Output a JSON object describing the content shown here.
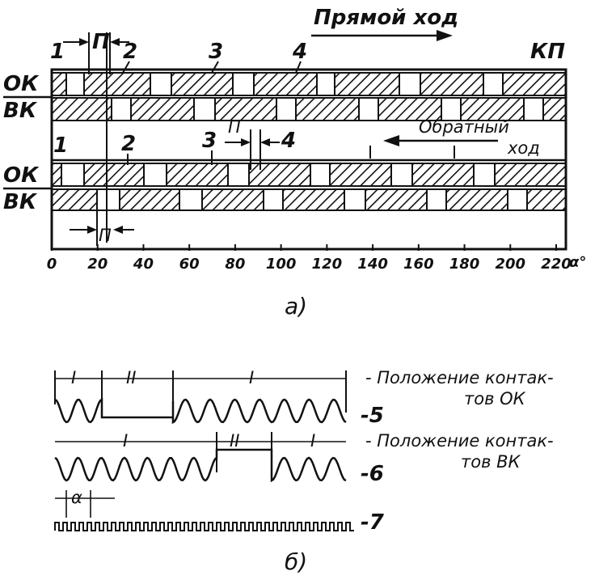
{
  "panel_a": {
    "forward_label": "Прямой ход",
    "reverse_label_1": "Обратный",
    "reverse_label_2": "ход",
    "kp_label": "КП",
    "ok_label": "ОК",
    "vk_label": "ВК",
    "gap_label": "П",
    "marker_labels": [
      "1",
      "2",
      "3",
      "4"
    ],
    "axis_ticks": [
      "0",
      "20",
      "40",
      "60",
      "80",
      "100",
      "120",
      "140",
      "160",
      "180",
      "200",
      "220"
    ],
    "axis_unit": "α°",
    "caption": "а)"
  },
  "panel_b": {
    "ok_phase_labels": [
      "I",
      "II",
      "I"
    ],
    "vk_phase_labels": [
      "I",
      "II",
      "I"
    ],
    "ok_position_label_1": "- Положение контак-",
    "ok_position_label_2": "тов ОК",
    "vk_position_label_1": "- Положение контак-",
    "vk_position_label_2": "тов ВК",
    "trace_ok": "-5",
    "trace_vk": "-6",
    "trace_pulse": "-7",
    "alpha_label": "α",
    "caption": "б)"
  }
}
